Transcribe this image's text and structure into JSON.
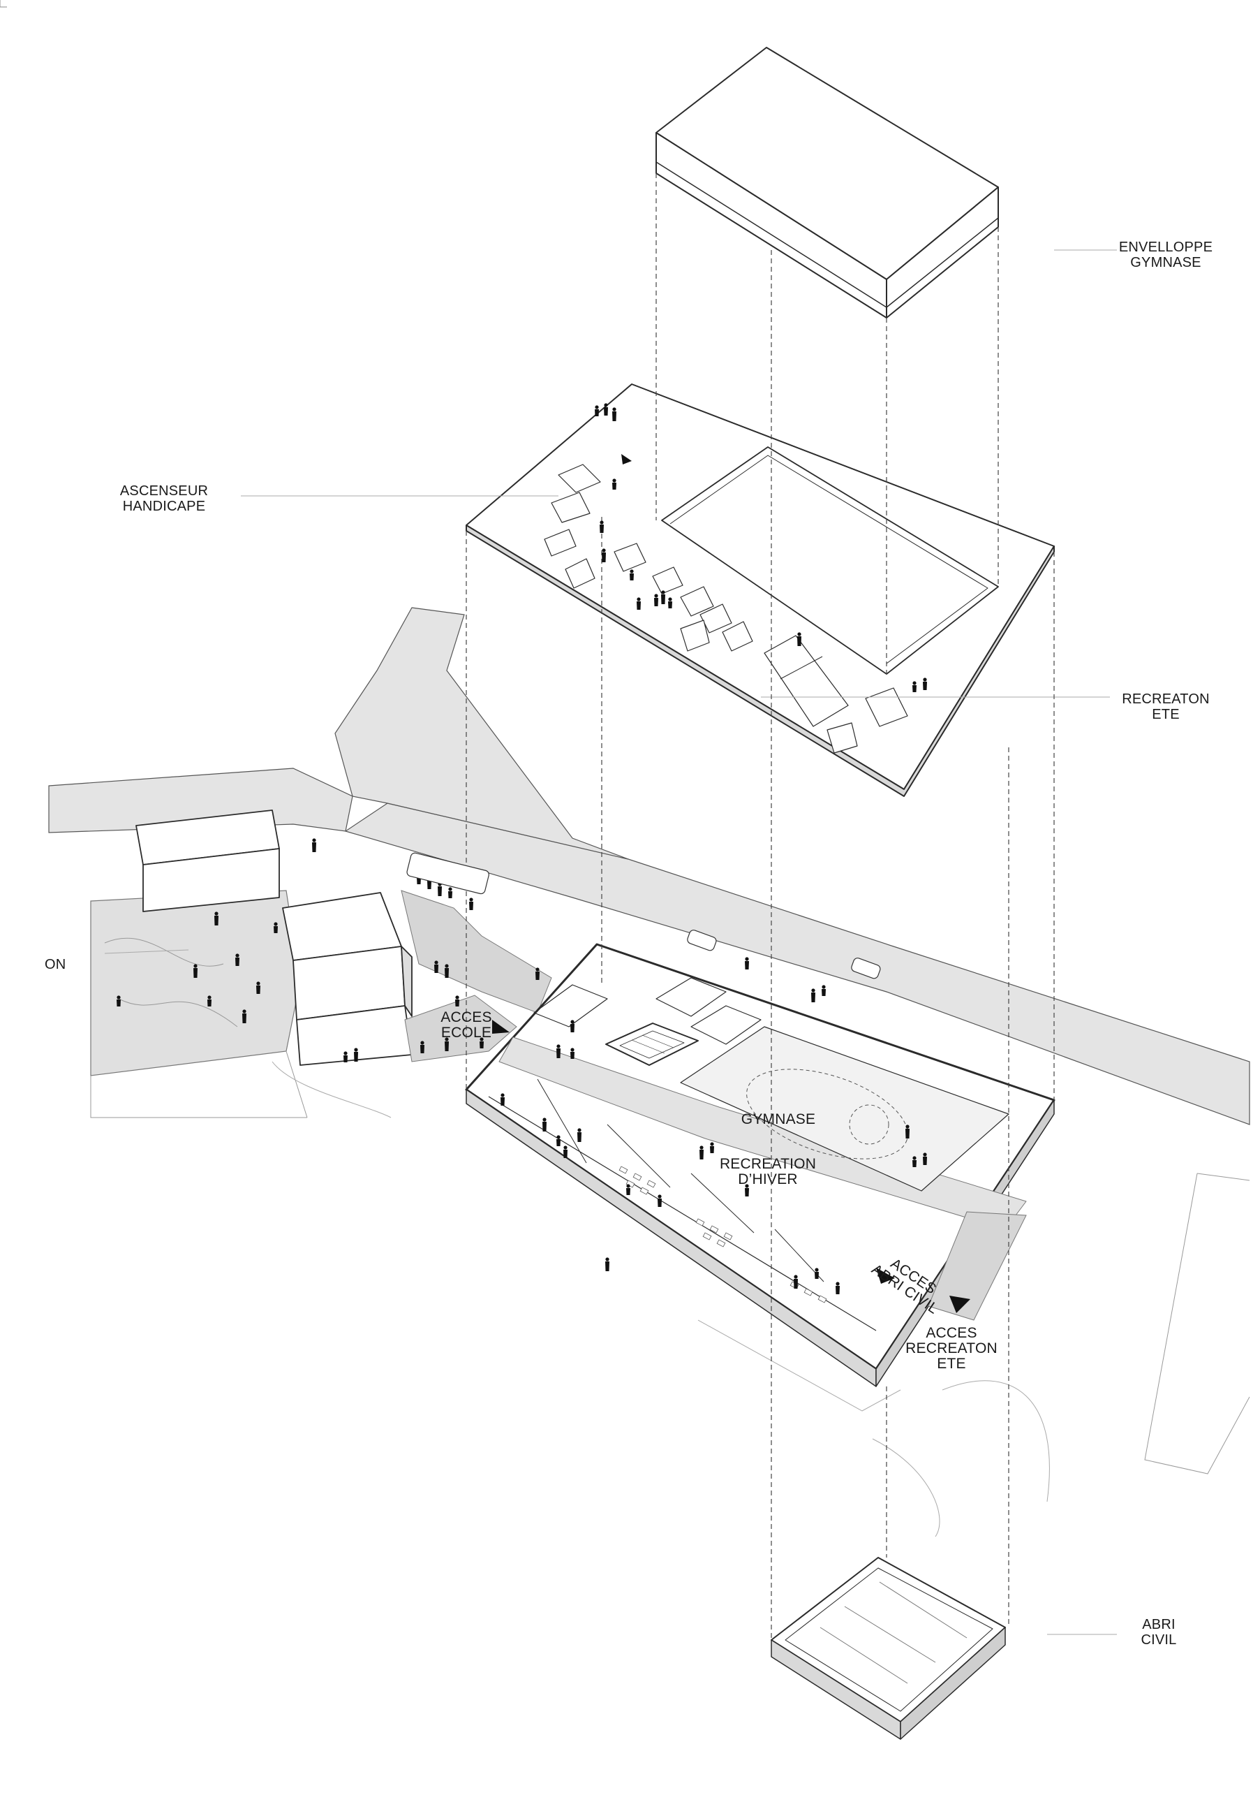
{
  "labels": {
    "envelope": {
      "line1": "ENVELLOPPE",
      "line2": "GYMNASE"
    },
    "elevator": {
      "line1": "ASCENSEUR",
      "line2": "HANDICAPE"
    },
    "summer_play": {
      "line1": "RECREATON",
      "line2": "ETE"
    },
    "left_cut": "ON",
    "school_access": {
      "line1": "ACCES",
      "line2": "ECOLE"
    },
    "gym": "GYMNASE",
    "winter_play": {
      "line1": "RECREATION",
      "line2": "D’HIVER"
    },
    "shelter_access": {
      "line1": "ACCES",
      "line2": "ABRI CIVIL"
    },
    "summer_access": {
      "line1": "ACCES",
      "line2": "RECREATON",
      "line3": "ETE"
    },
    "shelter": {
      "line1": "ABRI",
      "line2": "CIVIL"
    }
  },
  "colors": {
    "line": "#2b2b2b",
    "light_line": "#9a9a9a",
    "fill_grey": "#e3e3e3",
    "figure": "#111111"
  }
}
